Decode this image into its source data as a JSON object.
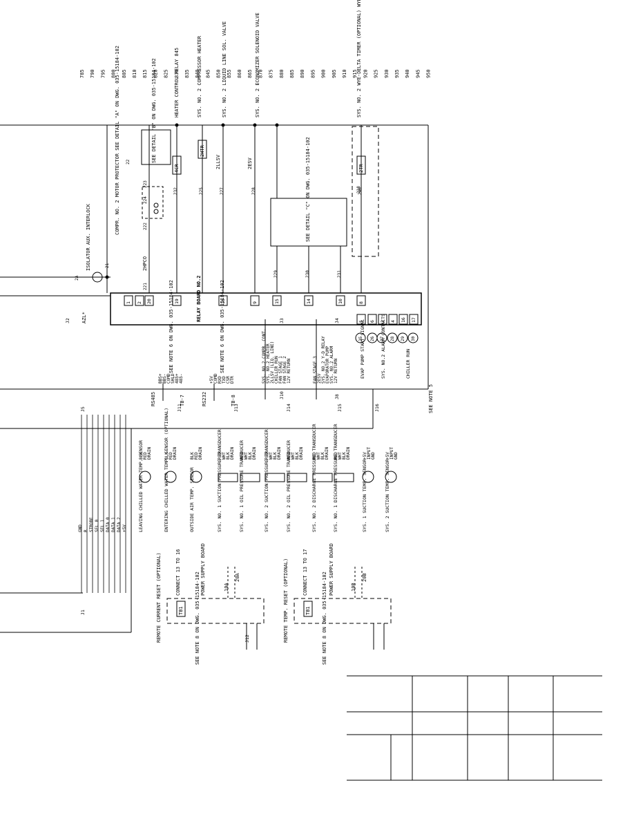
{
  "line_numbers": [
    "785",
    "790",
    "795",
    "800",
    "805",
    "810",
    "815",
    "820",
    "825",
    "830",
    "835",
    "840",
    "845",
    "850",
    "855",
    "860",
    "865",
    "870",
    "875",
    "880",
    "885",
    "890",
    "895",
    "900",
    "905",
    "910",
    "915",
    "920",
    "925",
    "930",
    "935",
    "940",
    "945",
    "950"
  ],
  "top_labels": {
    "heater_relay": "HEATER CONTROL RELAY 845",
    "compressor_heater": "SYS. NO. 2 COMPRESSOR HEATER",
    "liquid_line_valve": "SYS. NO. 2 LIQUID LINE SOL. VALVE",
    "economizer_valve": "SYS. NO. 2 ECONOMIZER SOLENOID VALVE",
    "wye_delta_timer": "SYS. NO. 2 WYE-DELTA TIMER (OPTIONAL) WYE-DELTA ONLY 910"
  },
  "components": {
    "detail_b": "SEE DETAIL \"B\" ON DWG. 035-15184-102",
    "detail_c": "SEE DETAIL \"C\" ON DWG. 035-15184-102",
    "motor_protector": "COMPR. NO. 2 MOTOR PROTECTOR SEE DETAIL \"A\" ON DWG. 035-15184-102",
    "isolator": "ISOLATOR AUX. INTERLOCK",
    "hpco": "2HPCO",
    "relay_4cr": "4CR",
    "relay_2htr": "2HTR",
    "valve_2llsv": "2LLSV",
    "valve_2esv": "2ESV",
    "timer_2tr": "2TR",
    "relay_board": "RELAY BOARD NO.2",
    "azl": "AZL*"
  },
  "wire_numbers": [
    "21",
    "22",
    "221",
    "222",
    "223",
    "224",
    "225",
    "227",
    "228",
    "229",
    "230",
    "231",
    "232",
    "248",
    "218",
    "2A"
  ],
  "relay_pins": [
    "1",
    "2",
    "20",
    "19",
    "18",
    "9",
    "15",
    "14",
    "10",
    "8",
    "5",
    "6",
    "3",
    "4",
    "16",
    "17"
  ],
  "j11_pins": {
    "rs485": [
      "BBS+",
      "BBS-",
      "COMD",
      "SHLD",
      "485+",
      "485-"
    ],
    "rs232": [
      "+5V",
      "COMD",
      "RXD",
      "TXD",
      "CSR",
      "DTR"
    ],
    "notes": [
      "SEE NOTE 6 ON DWG. 035-15184-102",
      "SEE NOTE 6 ON DWG. 035-15184-102"
    ],
    "labels": [
      "RS485",
      "RS232",
      "TB-7",
      "TB-8"
    ]
  },
  "j10_signals": [
    "SYS. NO.2 COMPR. CONT.",
    "SYS. NO.2 HEATER",
    "2LLSV (LIQ. LINE)",
    "CHILLER RUN",
    "FAN STAGE 1",
    "FAN STAGE 2",
    "12V RETURN"
  ],
  "j8_signals": [
    "FAN STAGE 3",
    "2ESV",
    "SYS. NO.2 Y-D RELAY",
    "EVAPORATOR PUMP",
    "SYS. NO.2 ALARM",
    "12V RETURN"
  ],
  "outputs": [
    "EVAP PUMP START SIGNAL",
    "SYS. NO.2 ALARM CONTACTS",
    "CHILLER RUN"
  ],
  "output_wires": [
    "25",
    "26",
    "27",
    "28",
    "29",
    "30"
  ],
  "see_note_5": "SEE NOTE 5",
  "j1_bus": [
    "GND",
    "R",
    "STROBE",
    "SEL 0",
    "SEL 1",
    "DATA 0",
    "DATA 1",
    "DATA 2",
    "+5V"
  ],
  "sensors": [
    {
      "name": "LEAVING CHILLED WATER TEMP. SENSOR",
      "wires": [
        "BLK",
        "RED",
        "DRAIN"
      ]
    },
    {
      "name": "ENTERING CHILLED WATER TEMP. SENSOR (OPTIONAL)",
      "wires": [
        "BLK",
        "RED",
        "DRAIN"
      ]
    },
    {
      "name": "OUTSIDE AIR TEMP. SENSOR",
      "wires": [
        "BLK",
        "RED",
        "DRAIN"
      ]
    },
    {
      "name": "SYS. NO. 1 SUCTION PRESSURE TRANSDUCER",
      "wires": [
        "RED",
        "WHT",
        "BLK",
        "DRAIN"
      ]
    },
    {
      "name": "SYS. NO. 1 OIL PRESSURE TRANSDUCER",
      "wires": [
        "RED",
        "WHT",
        "BLK",
        "DRAIN"
      ]
    },
    {
      "name": "SYS. NO. 2 SUCTION PRESSURE TRANSDUCER",
      "wires": [
        "RED",
        "WHT",
        "BLK",
        "DRAIN"
      ]
    },
    {
      "name": "SYS. NO. 2 OIL PRESSURE TRANSDUCER",
      "wires": [
        "RED",
        "WHT",
        "BLK",
        "DRAIN"
      ]
    },
    {
      "name": "SYS. NO. 2 DISCHARGE PRESSURE TRANSDUCER",
      "wires": [
        "RED",
        "WHT",
        "BLK",
        "DRAIN"
      ]
    },
    {
      "name": "SYS. NO. 1 DISCHARGE PRESSURE TRANSDUCER",
      "wires": [
        "RED",
        "WHT",
        "BLK",
        "DRAIN"
      ]
    },
    {
      "name": "SYS. 1 SUCTION TEMP. SENSOR",
      "wires": [
        "+5V",
        "INPUT",
        "GND"
      ]
    },
    {
      "name": "SYS. 2 SUCTION TEMP. SENSOR",
      "wires": [
        "+5V",
        "INPUT",
        "GND"
      ]
    }
  ],
  "connectors": [
    "J1",
    "J2",
    "J3",
    "J4",
    "J5",
    "J8",
    "J10",
    "J11",
    "J12",
    "J13",
    "J14",
    "J15",
    "J16"
  ],
  "remote_current": {
    "title": "REMOTE CURRENT RESET (OPTIONAL)",
    "connect": "CONNECT 13 TO 16",
    "psb": "POWER SUPPLY BOARD",
    "tb": "TB1",
    "note": "SEE NOTE 8 ON DWG. 035-15184-102",
    "wires": [
      "10A",
      "20A"
    ]
  },
  "remote_temp": {
    "title": "REMOTE TEMP. RESET (OPTIONAL)",
    "connect": "CONNECT 13 TO 17",
    "psb": "POWER SUPPLY BOARD",
    "tb": "TB1",
    "note": "SEE NOTE 8 ON DWG. 035-15184-102",
    "wires": [
      "10B",
      "20B"
    ]
  },
  "colors": {
    "ink": "#000000",
    "paper": "#ffffff"
  }
}
